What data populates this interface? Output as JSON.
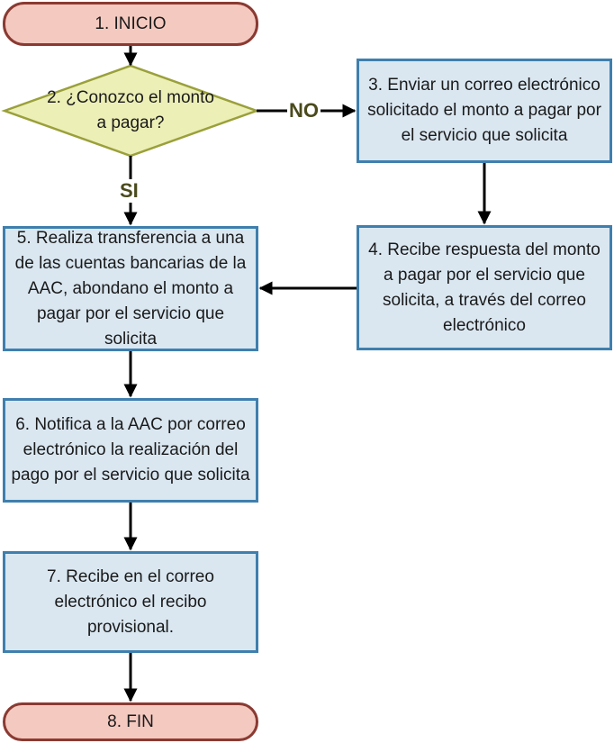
{
  "nodes": {
    "n1": "1. INICIO",
    "n2": "2. ¿Conozco el monto a pagar?",
    "n3": "3. Enviar un correo electrónico solicitado el monto a pagar por el servicio que solicita",
    "n4": "4. Recibe respuesta del monto a pagar por el servicio que solicita, a través del correo electrónico",
    "n5": "5. Realiza transferencia a una de las cuentas bancarias de la AAC, abondano el monto a pagar por el servicio que solicita",
    "n6": "6. Notifica a la AAC por correo electrónico la realización del pago por el servicio que solicita",
    "n7": "7. Recibe en el correo electrónico el recibo provisional.",
    "n8": "8. FIN"
  },
  "edge_labels": {
    "no": "NO",
    "si": "SI"
  },
  "colors": {
    "terminal_fill": "#f4c9c0",
    "terminal_border": "#8a3a32",
    "process_fill": "#dae7f1",
    "process_border": "#3f7fae",
    "decision_fill": "#ecefb6",
    "decision_border": "#9aa03a"
  }
}
